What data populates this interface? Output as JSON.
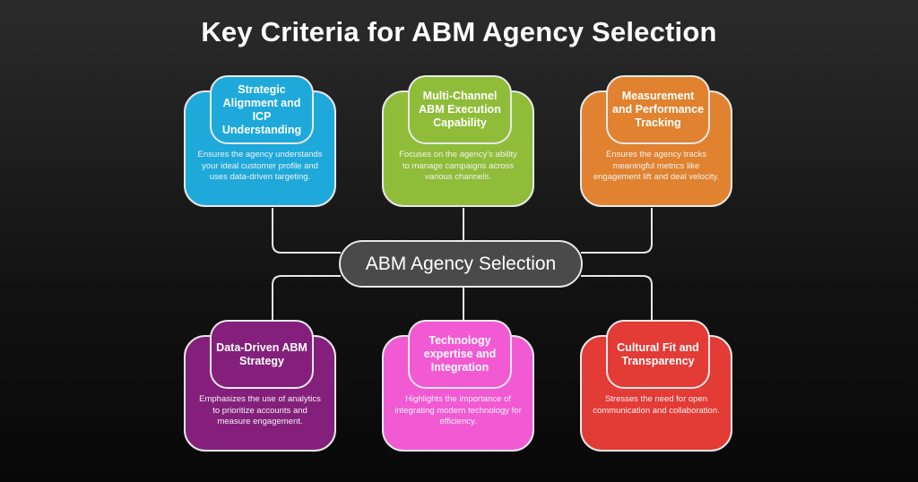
{
  "title": "Key Criteria for ABM Agency Selection",
  "center": "ABM Agency Selection",
  "criteria": [
    {
      "title": "Strategic Alignment and ICP Understanding",
      "desc": "Ensures the agency understands your ideal customer profile and uses data-driven targeting.",
      "color": "#1fa9da"
    },
    {
      "title": "Multi-Channel ABM Execution Capability",
      "desc": "Focuses on the agency's ability to manage campaigns across various channels.",
      "color": "#8fbd3a"
    },
    {
      "title": "Measurement and Performance Tracking",
      "desc": "Ensures the agency tracks meaningful metrics like engagement lift and deal velocity.",
      "color": "#e0822f"
    },
    {
      "title": "Data-Driven ABM Strategy",
      "desc": "Emphasizes the use of analytics to prioritize accounts and measure engagement.",
      "color": "#84207c"
    },
    {
      "title": "Technology expertise and Integration",
      "desc": "Highlights the importance of integrating modern technology for efficiency.",
      "color": "#f25ad4"
    },
    {
      "title": "Cultural Fit and Transparency",
      "desc": "Stresses the need for open communication and collaboration.",
      "color": "#e33b36"
    }
  ]
}
